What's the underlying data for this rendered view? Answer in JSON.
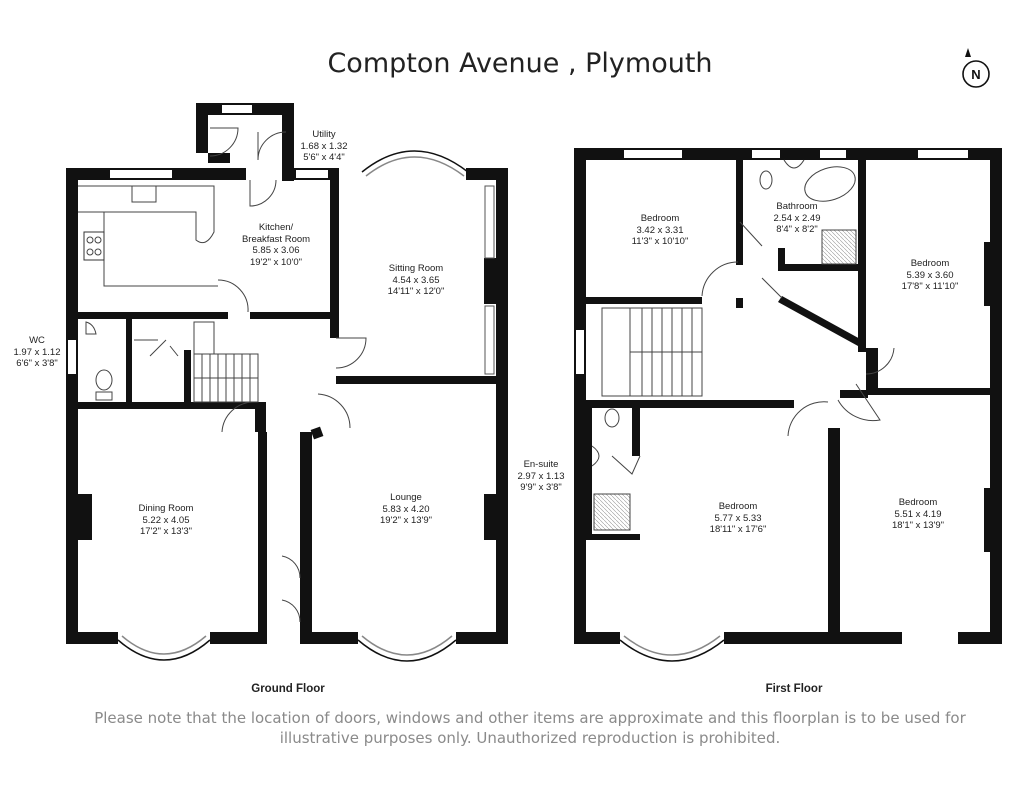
{
  "title": "Compton Avenue , Plymouth",
  "compass": {
    "letter": "N",
    "icon": "north-arrow-icon"
  },
  "ground_floor": {
    "label": "Ground Floor",
    "rooms": [
      {
        "id": "utility",
        "name": "Utility",
        "metric": "1.68 x 1.32",
        "imperial": "5'6\" x 4'4\""
      },
      {
        "id": "kitchen",
        "name": "Kitchen/\nBreakfast Room",
        "metric": "5.85 x 3.06",
        "imperial": "19'2\" x 10'0\""
      },
      {
        "id": "sitting",
        "name": "Sitting Room",
        "metric": "4.54 x 3.65",
        "imperial": "14'11\" x 12'0\""
      },
      {
        "id": "wc",
        "name": "WC",
        "metric": "1.97 x 1.12",
        "imperial": "6'6\" x 3'8\""
      },
      {
        "id": "dining",
        "name": "Dining Room",
        "metric": "5.22 x 4.05",
        "imperial": "17'2\" x 13'3\""
      },
      {
        "id": "lounge",
        "name": "Lounge",
        "metric": "5.83 x 4.20",
        "imperial": "19'2\" x 13'9\""
      }
    ]
  },
  "first_floor": {
    "label": "First Floor",
    "rooms": [
      {
        "id": "bed1",
        "name": "Bedroom",
        "metric": "3.42 x 3.31",
        "imperial": "11'3\" x 10'10\""
      },
      {
        "id": "bath",
        "name": "Bathroom",
        "metric": "2.54 x 2.49",
        "imperial": "8'4\" x 8'2\""
      },
      {
        "id": "bed2",
        "name": "Bedroom",
        "metric": "5.39 x 3.60",
        "imperial": "17'8\" x 11'10\""
      },
      {
        "id": "ensuite",
        "name": "En-suite",
        "metric": "2.97 x 1.13",
        "imperial": "9'9\" x 3'8\""
      },
      {
        "id": "bed3",
        "name": "Bedroom",
        "metric": "5.77 x 5.33",
        "imperial": "18'11\" x 17'6\""
      },
      {
        "id": "bed4",
        "name": "Bedroom",
        "metric": "5.51 x 4.19",
        "imperial": "18'1\" x 13'9\""
      }
    ]
  },
  "disclaimer": "Please note that the location of doors, windows and other items are approximate and this floorplan is to be used for illustrative purposes only. Unauthorized reproduction is prohibited.",
  "colors": {
    "wall": "#111111",
    "text": "#222222",
    "disclaimer": "#8a8a8a",
    "line": "#555555"
  }
}
